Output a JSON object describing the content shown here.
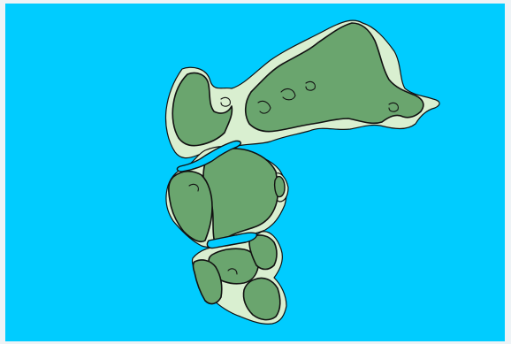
{
  "map": {
    "colors": {
      "ocean": "#00ccff",
      "shelf": "#d9efd0",
      "land": "#6aa56e",
      "coastline": "#111111",
      "frame": "#eef3f6"
    },
    "landmasses": [
      "north-landmass",
      "northeast-arm",
      "central-landmass",
      "west-landmass",
      "southern-block",
      "southeast-block",
      "southwest-block",
      "south-tip"
    ],
    "seaways": [
      "northern-seaway",
      "southern-seaway"
    ],
    "islands": [
      "east-island"
    ]
  }
}
